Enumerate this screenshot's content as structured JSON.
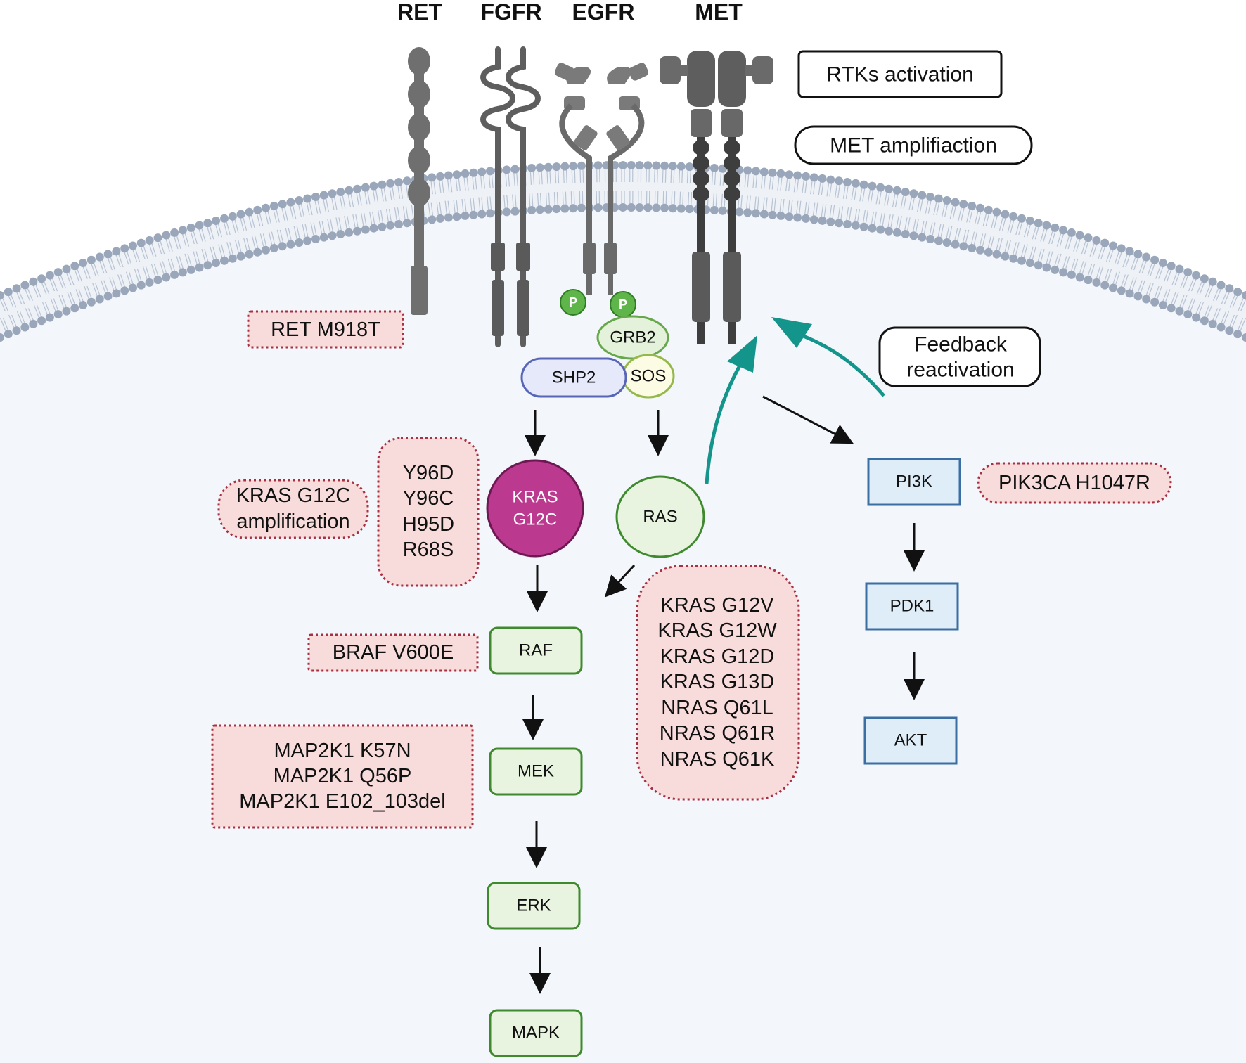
{
  "receptors": {
    "ret": "RET",
    "fgfr": "FGFR",
    "egfr": "EGFR",
    "met": "MET"
  },
  "callouts": {
    "rtks_activation": "RTKs activation",
    "met_amplification": "MET amplifiaction",
    "feedback_line1": "Feedback",
    "feedback_line2": "reactivation"
  },
  "phospho_label": "P",
  "nodes": {
    "grb2": "GRB2",
    "shp2": "SHP2",
    "sos": "SOS",
    "kras_line1": "KRAS",
    "kras_line2": "G12C",
    "ras": "RAS",
    "raf": "RAF",
    "mek": "MEK",
    "erk": "ERK",
    "mapk": "MAPK",
    "pi3k": "PI3K",
    "pdk1": "PDK1",
    "akt": "AKT"
  },
  "mutations": {
    "ret": "RET M918T",
    "kras_amp": [
      "KRAS G12C",
      "amplification"
    ],
    "kras_secondary": [
      "Y96D",
      "Y96C",
      "H95D",
      "R68S"
    ],
    "braf": "BRAF V600E",
    "map2k1": [
      "MAP2K1 K57N",
      "MAP2K1 Q56P",
      "MAP2K1 E102_103del"
    ],
    "ras_variants": [
      "KRAS G12V",
      "KRAS G12W",
      "KRAS G12D",
      "KRAS G13D",
      "NRAS Q61L",
      "NRAS Q61R",
      "NRAS Q61K"
    ],
    "pik3ca": "PIK3CA H1047R"
  },
  "colors": {
    "membrane_head": "#9aa7bb",
    "membrane_tail": "#b8c3d3",
    "cytoplasm": "#f3f6fb",
    "receptor": "#6f6f6f",
    "receptor_dark": "#454545",
    "kras_fill": "#bb3a8f",
    "green_fill": "#e8f4df",
    "green_stroke": "#3f8a2e",
    "blue_fill": "#dfedf9",
    "blue_stroke": "#3b6ea3",
    "mut_fill": "#f8dcdc",
    "mut_stroke": "#a83040",
    "teal": "#14958c",
    "phospho": "#5fb54a"
  }
}
